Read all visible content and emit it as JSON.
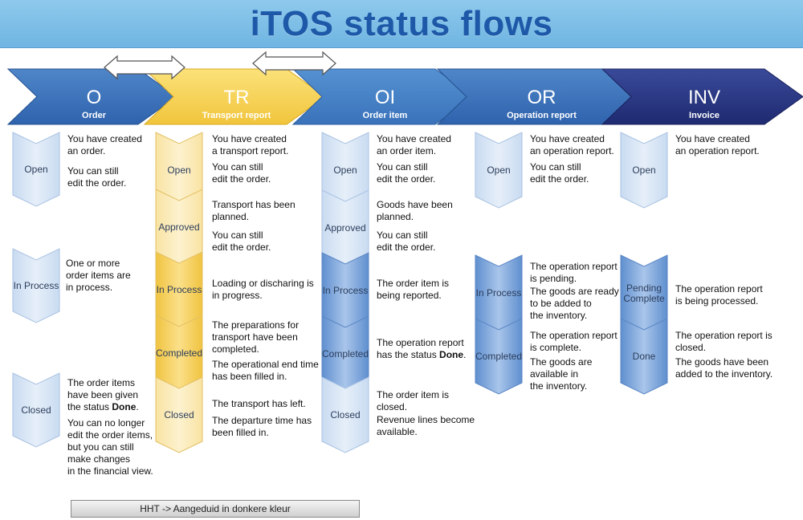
{
  "title": "iTOS status flows",
  "legend": "HHT -> Aangeduid in donkere kleur",
  "colors": {
    "dark_blue": "#2e5ea8",
    "mid_blue": "#4a86c8",
    "navy": "#23307a",
    "yellow": "#f6d35a",
    "light_blue_state": "#dce8f6",
    "dark_blue_state": "#7fa7d8",
    "yellow_state": "#fbe59a",
    "dark_yellow_state": "#f3c747"
  },
  "stages": [
    {
      "code": "O",
      "name": "Order"
    },
    {
      "code": "TR",
      "name": "Transport report"
    },
    {
      "code": "OI",
      "name": "Order item"
    },
    {
      "code": "OR",
      "name": "Operation report"
    },
    {
      "code": "INV",
      "name": "Invoice"
    }
  ],
  "columns": [
    {
      "stage": "O",
      "states": [
        {
          "label": "Open",
          "dark": false
        },
        {
          "label": "In Process",
          "dark": false
        },
        {
          "label": "Closed",
          "dark": false
        }
      ],
      "notes": [
        {
          "lines": [
            "You have created",
            "an order."
          ]
        },
        {
          "lines": [
            "You can still",
            "edit the order."
          ]
        },
        {
          "lines": [
            "One or more",
            "order items are",
            "in process."
          ]
        },
        {
          "lines": [
            "The order items",
            "have been given",
            "the status |Done|."
          ]
        },
        {
          "lines": [
            "You can no longer",
            "edit the order items,",
            "but you can still",
            "make changes",
            "in the financial view."
          ]
        }
      ]
    },
    {
      "stage": "TR",
      "states": [
        {
          "label": "Open",
          "dark": false
        },
        {
          "label": "Approved",
          "dark": false
        },
        {
          "label": "In Process",
          "dark": true
        },
        {
          "label": "Completed",
          "dark": true
        },
        {
          "label": "Closed",
          "dark": false
        }
      ],
      "notes": [
        {
          "lines": [
            "You have created",
            "a transport report."
          ]
        },
        {
          "lines": [
            "You can still",
            "edit the order."
          ]
        },
        {
          "lines": [
            "Transport has been",
            "planned."
          ]
        },
        {
          "lines": [
            "You can still",
            "edit the order."
          ]
        },
        {
          "lines": [
            "Loading or discharing is",
            "in progress."
          ]
        },
        {
          "lines": [
            "The preparations for",
            "transport have been",
            "completed."
          ]
        },
        {
          "lines": [
            "The operational end time",
            "has been filled in."
          ]
        },
        {
          "lines": [
            "The transport has left."
          ]
        },
        {
          "lines": [
            "The departure time has",
            "been filled in."
          ]
        }
      ]
    },
    {
      "stage": "OI",
      "states": [
        {
          "label": "Open",
          "dark": false
        },
        {
          "label": "Approved",
          "dark": false
        },
        {
          "label": "In Process",
          "dark": true
        },
        {
          "label": "Completed",
          "dark": true
        },
        {
          "label": "Closed",
          "dark": false
        }
      ],
      "notes": [
        {
          "lines": [
            "You have created",
            "an order item."
          ]
        },
        {
          "lines": [
            "You can still",
            "edit the order."
          ]
        },
        {
          "lines": [
            "Goods have been",
            "planned."
          ]
        },
        {
          "lines": [
            "You can still",
            "edit the order."
          ]
        },
        {
          "lines": [
            "The order item is",
            "being reported."
          ]
        },
        {
          "lines": [
            "The operation report",
            "has the status |Done|."
          ]
        },
        {
          "lines": [
            "The order item is",
            "closed."
          ]
        },
        {
          "lines": [
            "Revenue lines become",
            "available."
          ]
        }
      ]
    },
    {
      "stage": "OR",
      "states": [
        {
          "label": "Open",
          "dark": false
        },
        {
          "label": "In Process",
          "dark": true
        },
        {
          "label": "Completed",
          "dark": true
        }
      ],
      "notes": [
        {
          "lines": [
            "You have created",
            "an operation report."
          ]
        },
        {
          "lines": [
            "You can still",
            "edit the order."
          ]
        },
        {
          "lines": [
            "The operation report",
            "is pending."
          ]
        },
        {
          "lines": [
            "The goods are ready",
            "to be added to",
            "the inventory."
          ]
        },
        {
          "lines": [
            "The operation report",
            "is complete."
          ]
        },
        {
          "lines": [
            "The goods are",
            "available in",
            "the inventory."
          ]
        }
      ]
    },
    {
      "stage": "INV",
      "states": [
        {
          "label": "Open",
          "dark": false
        },
        {
          "label": "Pending Complete",
          "dark": true
        },
        {
          "label": "Done",
          "dark": true
        }
      ],
      "notes": [
        {
          "lines": [
            "You have created",
            "an operation report."
          ]
        },
        {
          "lines": [
            "The operation report",
            "is being processed."
          ]
        },
        {
          "lines": [
            "The operation report is",
            "closed."
          ]
        },
        {
          "lines": [
            "The goods have been",
            "added to the inventory."
          ]
        }
      ]
    }
  ]
}
